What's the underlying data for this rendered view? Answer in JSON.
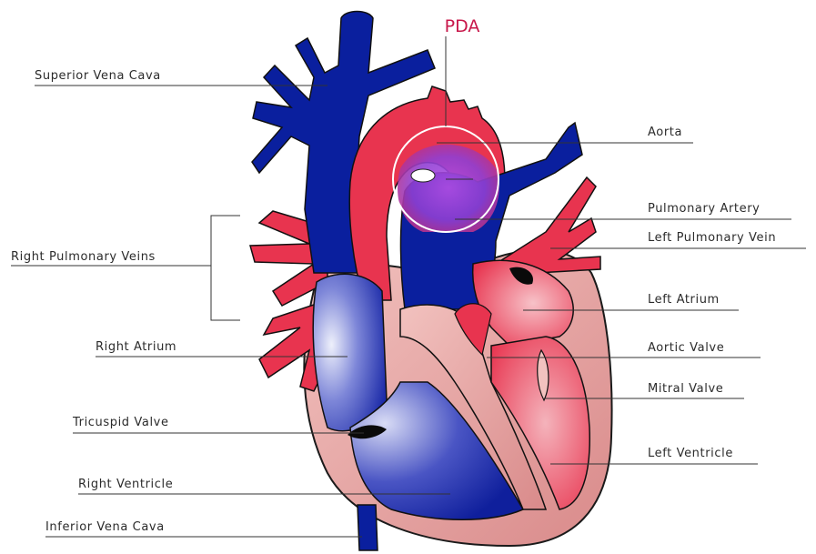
{
  "title": "PDA",
  "labels": {
    "superior_vena_cava": "Superior Vena Cava",
    "right_pulmonary_veins": "Right Pulmonary Veins",
    "right_atrium": "Right Atrium",
    "tricuspid_valve": "Tricuspid Valve",
    "right_ventricle": "Right Ventricle",
    "inferior_vena_cava": "Inferior Vena Cava",
    "aorta": "Aorta",
    "pulmonary_artery": "Pulmonary Artery",
    "left_pulmonary_vein": "Left Pulmonary Vein",
    "left_atrium": "Left Atrium",
    "aortic_valve": "Aortic Valve",
    "mitral_valve": "Mitral Valve",
    "left_ventricle": "Left Ventricle"
  },
  "colors": {
    "deoxygenated": "#0a1f9e",
    "oxygenated": "#e8344f",
    "mixed_pda": "#9b3fd6",
    "heart_wall": "#e9a3a3",
    "title": "#c8174a"
  }
}
